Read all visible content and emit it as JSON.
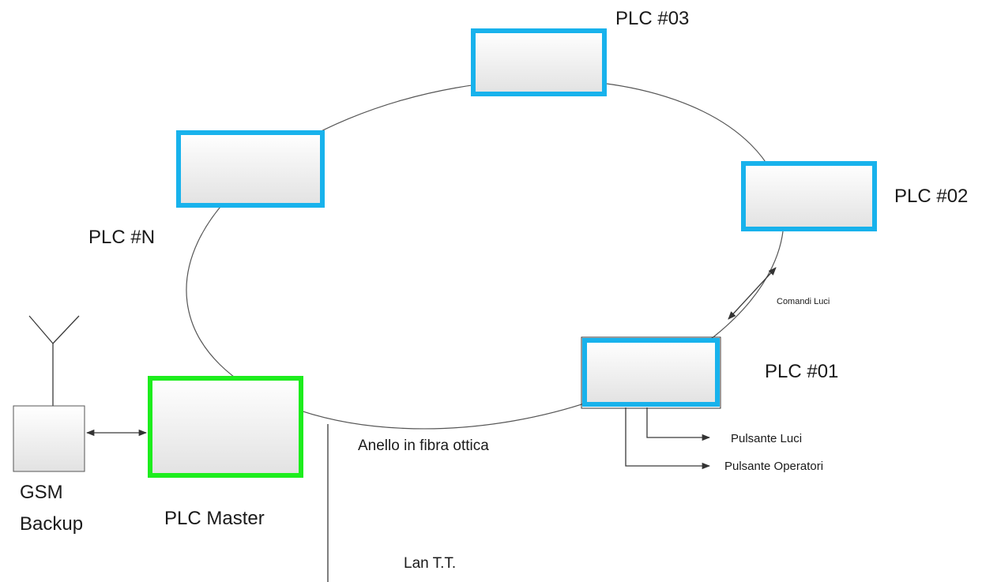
{
  "colors": {
    "plc_border": "#18b2ec",
    "master_border": "#1ded1d",
    "line": "#3a3a3a"
  },
  "nodes": {
    "plc03": "PLC #03",
    "plc02": "PLC #02",
    "plc01": "PLC #01",
    "plcN": "PLC #N",
    "master": "PLC Master",
    "gsm_line1": "GSM",
    "gsm_line2": "Backup"
  },
  "labels": {
    "ring": "Anello in fibra ottica",
    "lan": "Lan T.T.",
    "commands": "Comandi Luci",
    "button_lights": "Pulsante Luci",
    "button_operators": "Pulsante Operatori"
  },
  "icons": {
    "antenna": "antenna-icon",
    "arrow": "arrow-icon"
  }
}
